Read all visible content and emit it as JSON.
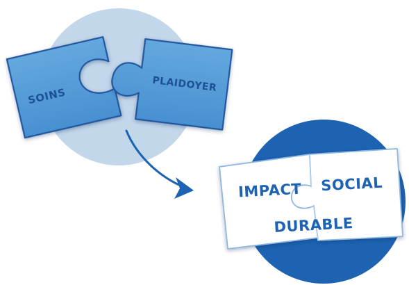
{
  "pieces": {
    "soins": "SOINS",
    "plaidoyer": "PLAIDOYER",
    "impact": "IMPACT",
    "social": "SOCIAL",
    "durable": "DURABLE"
  },
  "colors": {
    "light_circle": "#c2d7ea",
    "dark_circle": "#1d63b1",
    "piece_fill_top": "#5fa5dc",
    "piece_fill_bottom": "#4b92d2",
    "piece_stroke": "#21569e",
    "white_piece_stroke": "#8fb8df",
    "label_dark": "#1a4f95",
    "label_blue": "#1d63b1",
    "arrow": "#1d63b1"
  },
  "icons": {
    "arrow": "curved-arrow-icon"
  }
}
